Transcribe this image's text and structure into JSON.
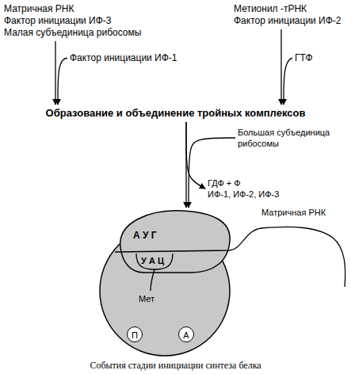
{
  "diagram": {
    "caption": "События стадии инициации синтеза белка",
    "nodes": [
      {
        "text": [
          "Матричная РНК",
          "Фактор инициации ИФ-3",
          "Малая субъединица рибосомы"
        ]
      },
      {
        "text": [
          "Фактор инициации ИФ-1"
        ]
      },
      {
        "text": [
          "Метионил -тРНК",
          "Фактор инициации ИФ-2"
        ]
      },
      {
        "text": [
          "ГТФ"
        ]
      },
      {
        "text": [
          "Образование и объединение тройных комплексов"
        ]
      },
      {
        "text": [
          "Большая субъединица рибосомы"
        ]
      },
      {
        "text": [
          "ГДФ + Ф",
          "ИФ-1, ИФ-2, ИФ-3"
        ]
      },
      {
        "text": [
          "А У Г",
          "У А Ц",
          "Мет"
        ]
      },
      {
        "text": [
          "П"
        ],
        "in": 7
      },
      {
        "text": [
          "А"
        ],
        "in": 7
      }
    ],
    "edges": [
      {
        "from": 0,
        "to": 4,
        "arrow": "to"
      },
      {
        "from": 1,
        "to": 4,
        "arrow": "to"
      },
      {
        "from": 2,
        "to": 4,
        "arrow": "to"
      },
      {
        "from": 3,
        "to": 4,
        "arrow": "to"
      },
      {
        "from": 4,
        "to": 7,
        "arrow": "to"
      },
      {
        "from": 5,
        "to": 7,
        "arrow": "to"
      },
      {
        "from": 4,
        "to": 6,
        "arrow": "to"
      }
    ],
    "labels": [
      "Матричная РНК"
    ]
  }
}
